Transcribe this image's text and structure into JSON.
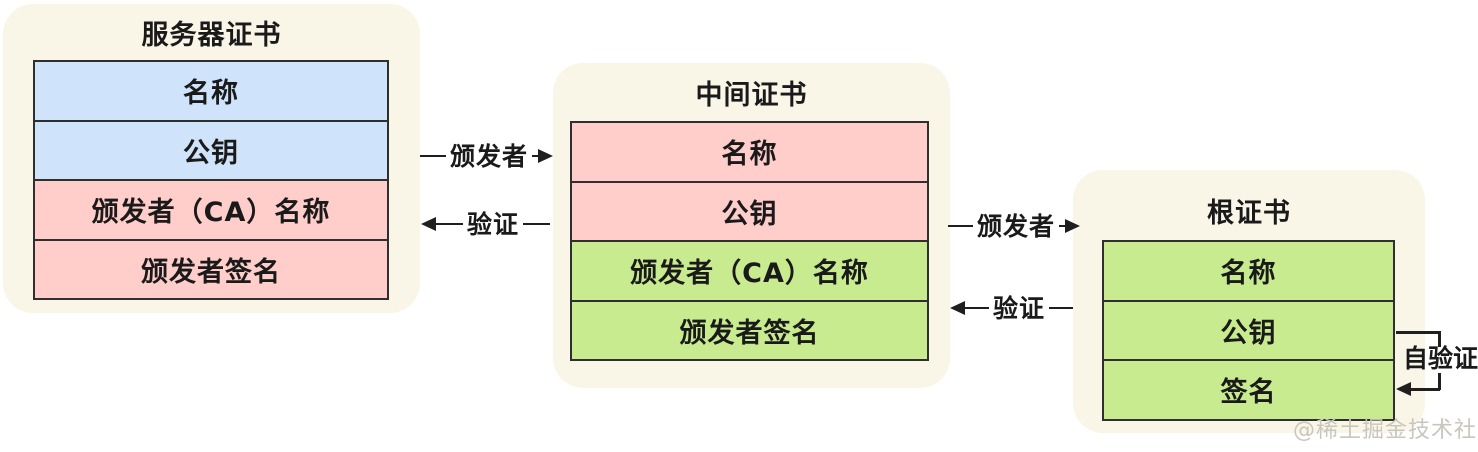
{
  "diagram": {
    "certificates": [
      {
        "id": "server",
        "title": "服务器证书",
        "rows": [
          {
            "label": "名称",
            "color": "#cfe4fa"
          },
          {
            "label": "公钥",
            "color": "#cfe4fa"
          },
          {
            "label": "颁发者（CA）名称",
            "color": "#ffcdca"
          },
          {
            "label": "颁发者签名",
            "color": "#ffcdca"
          }
        ]
      },
      {
        "id": "intermediate",
        "title": "中间证书",
        "rows": [
          {
            "label": "名称",
            "color": "#ffcdca"
          },
          {
            "label": "公钥",
            "color": "#ffcdca"
          },
          {
            "label": "颁发者（CA）名称",
            "color": "#c8eb8f"
          },
          {
            "label": "颁发者签名",
            "color": "#c8eb8f"
          }
        ]
      },
      {
        "id": "root",
        "title": "根证书",
        "rows": [
          {
            "label": "名称",
            "color": "#c8eb8f"
          },
          {
            "label": "公钥",
            "color": "#c8eb8f"
          },
          {
            "label": "签名",
            "color": "#c8eb8f"
          }
        ]
      }
    ],
    "connectors": [
      {
        "label": "颁发者",
        "direction": "right",
        "from": "server",
        "to": "intermediate"
      },
      {
        "label": "验证",
        "direction": "left",
        "from": "intermediate",
        "to": "server"
      },
      {
        "label": "颁发者",
        "direction": "right",
        "from": "intermediate",
        "to": "root"
      },
      {
        "label": "验证",
        "direction": "left",
        "from": "root",
        "to": "intermediate"
      },
      {
        "label": "自验证",
        "direction": "self-loop",
        "from": "root",
        "to": "root"
      }
    ],
    "colors": {
      "row_blue": "#cfe4fa",
      "row_pink": "#ffcdca",
      "row_green": "#c8eb8f",
      "container_bg": "#f9f6e7",
      "border": "#2f2f2f",
      "arrow": "#1f1f1f",
      "watermark": "#c9c6bd"
    },
    "watermark": "@稀土掘金技术社区"
  }
}
